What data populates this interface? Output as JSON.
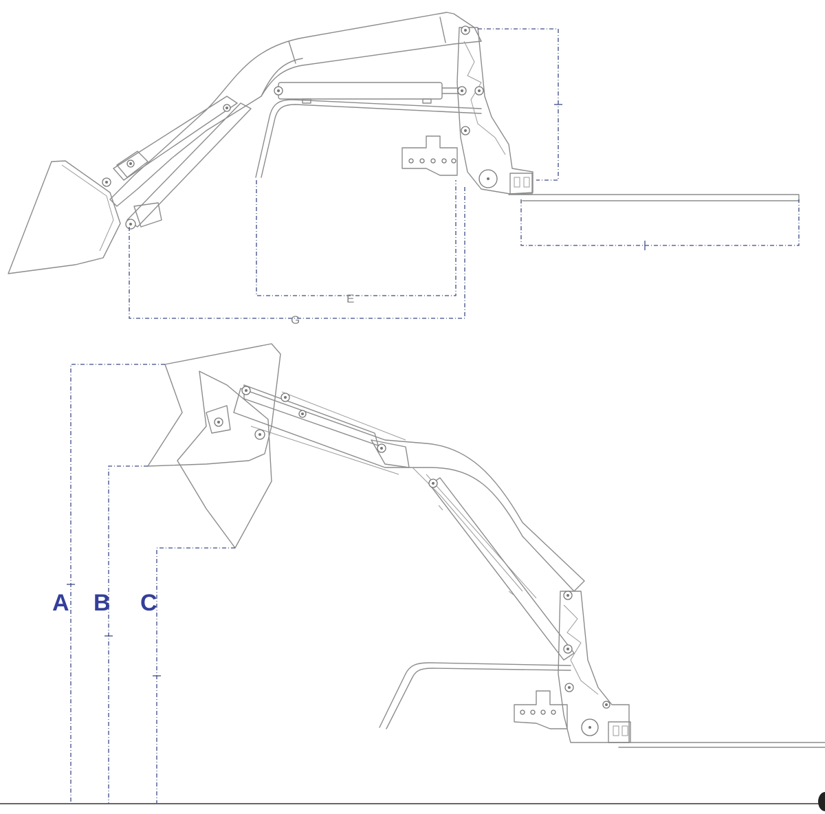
{
  "labels": {
    "dim_a": "A",
    "dim_b": "B",
    "dim_c": "C",
    "dim_e": "E",
    "dim_g": "G"
  },
  "colors": {
    "line_art": "#8c8c8c",
    "dimension_line": "#3d4a86",
    "dimension_letter": "#343f9a",
    "background": "#ffffff"
  }
}
